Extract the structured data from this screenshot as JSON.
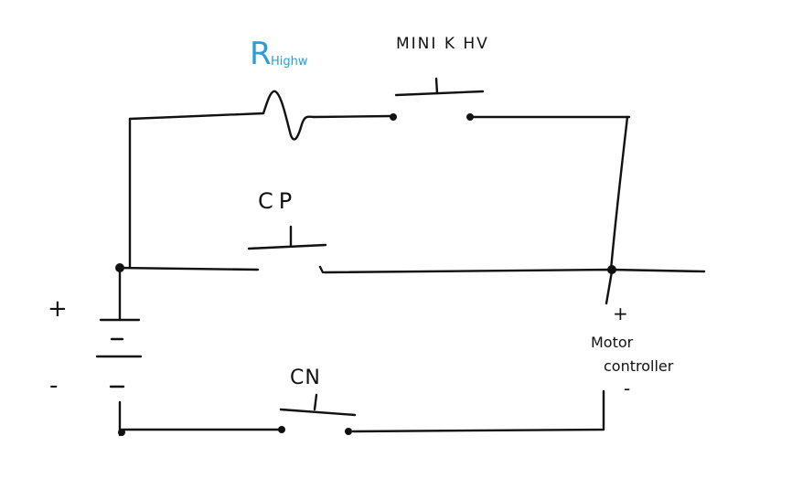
{
  "labels": {
    "r_main": "R",
    "r_sub": "Highw",
    "minik": "MINI K HV",
    "cp": "CP",
    "cn": "CN",
    "battery_plus": "+",
    "battery_minus": "-",
    "motor_plus": "+",
    "motor_minus": "-",
    "motor_line1": "Motor",
    "motor_line2": "controller"
  },
  "colors": {
    "ink": "#111111",
    "resistor_label": "#2a9fd6"
  }
}
